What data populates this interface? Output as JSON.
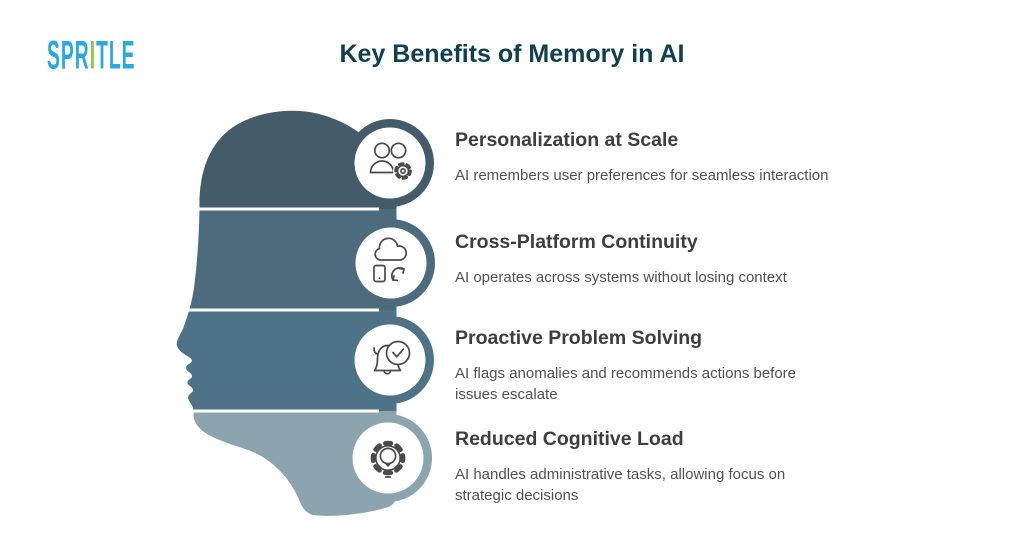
{
  "header": {
    "title": "Key Benefits of Memory in AI",
    "title_color": "#10404F"
  },
  "logo": {
    "text": "SPRITLE",
    "letters": [
      {
        "ch": "S",
        "color": "#2AA9E0"
      },
      {
        "ch": "P",
        "color": "#2AA9E0"
      },
      {
        "ch": "R",
        "color": "#2AA9E0"
      },
      {
        "ch": "I",
        "color": "#8CC63F"
      },
      {
        "ch": "T",
        "color": "#2AA9E0"
      },
      {
        "ch": "L",
        "color": "#2AA9E0"
      },
      {
        "ch": "E",
        "color": "#2AA9E0"
      }
    ]
  },
  "illustration": {
    "name": "head-silhouette-profile",
    "icon_stroke": "#4A4A4A",
    "circle_fill": "#ffffff"
  },
  "benefits": [
    {
      "title": "Personalization at Scale",
      "description": "AI remembers user preferences for seamless interaction",
      "icon": "users-gear-icon",
      "band_color": "#445B69"
    },
    {
      "title": "Cross-Platform Continuity",
      "description": "AI operates across systems without losing context",
      "icon": "cloud-sync-icon",
      "band_color": "#4C6B7C"
    },
    {
      "title": "Proactive Problem Solving",
      "description": "AI flags anomalies and recommends actions before\nissues escalate",
      "icon": "bell-check-icon",
      "band_color": "#4E7287"
    },
    {
      "title": "Reduced Cognitive Load",
      "description": "AI handles administrative tasks, allowing focus on\nstrategic decisions",
      "icon": "gear-bulb-icon",
      "band_color": "#8CA4AE"
    }
  ]
}
